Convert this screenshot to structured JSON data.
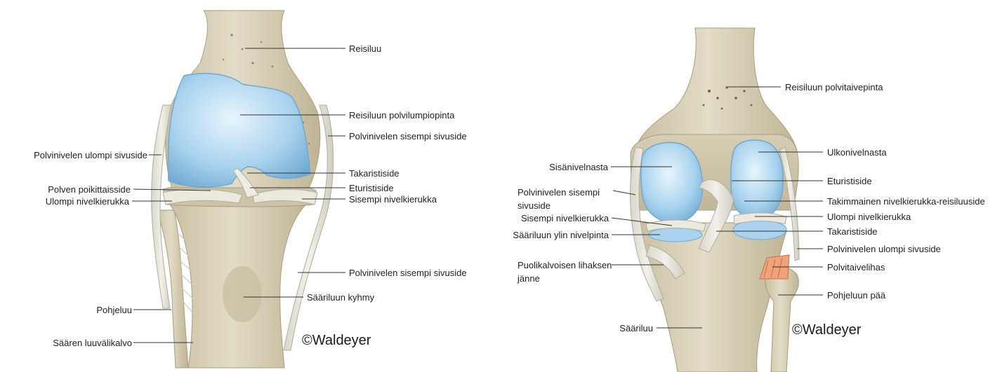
{
  "left_figure": {
    "labels": {
      "reisiluu": "Reisiluu",
      "reisiluun_polvilumpiopinta": "Reisiluun polvilumpiopinta",
      "polvinivelen_sisempi_sivuside_top": "Polvinivelen sisempi sivuside",
      "polvinivelen_ulompi_sivuside": "Polvinivelen ulompi sivuside",
      "takaristiside": "Takaristiside",
      "polven_poikittaisside": "Polven poikittaisside",
      "eturistiside": "Eturistiside",
      "ulompi_nivelkierukka": "Ulompi nivelkierukka",
      "sisempi_nivelkierukka": "Sisempi nivelkierukka",
      "polvinivelen_sisempi_sivuside_bottom": "Polvinivelen sisempi sivuside",
      "saariluun_kyhmy": "Sääriluun kyhmy",
      "pohjeluu": "Pohjeluu",
      "saaren_luuvalikalvo": "Säären luuvälikalvo"
    },
    "copyright": "©Waldeyer"
  },
  "right_figure": {
    "labels": {
      "reisiluun_polvitaivepinta": "Reisiluun polvitaivepinta",
      "ulkonivelnasta": "Ulkonivelnasta",
      "sisanivelnasta": "Sisänivelnasta",
      "eturistiside": "Eturistiside",
      "polvinivelen_sisempi_sivuside_l1": "Polvinivelen sisempi",
      "polvinivelen_sisempi_sivuside_l2": "sivuside",
      "takimmainen": "Takimmainen nivelkierukka-reisiluuside",
      "sisempi_nivelkierukka": "Sisempi nivelkierukka",
      "ulompi_nivelkierukka": "Ulompi nivelkierukka",
      "saariluun_ylin_nivelpinta": "Sääriluun ylin nivelpinta",
      "takaristiside": "Takaristiside",
      "polvinivelen_ulompi_sivuside": "Polvinivelen ulompi sivuside",
      "puolikalvoisen_l1": "Puolikalvoisen lihaksen",
      "puolikalvoisen_l2": "jänne",
      "polvitaivelihas": "Polvitaivelihas",
      "pohjeluun_paa": "Pohjeluun pää",
      "saariluu": "Sääriluu"
    },
    "copyright": "©Waldeyer"
  },
  "colors": {
    "bone": "#d9d1b8",
    "bone_shadow": "#b8ad90",
    "cartilage": "#a9d3ee",
    "cartilage_edge": "#6fa9d1",
    "ligament": "#e6e3d8",
    "muscle": "#f0a27a",
    "line": "#333333"
  }
}
